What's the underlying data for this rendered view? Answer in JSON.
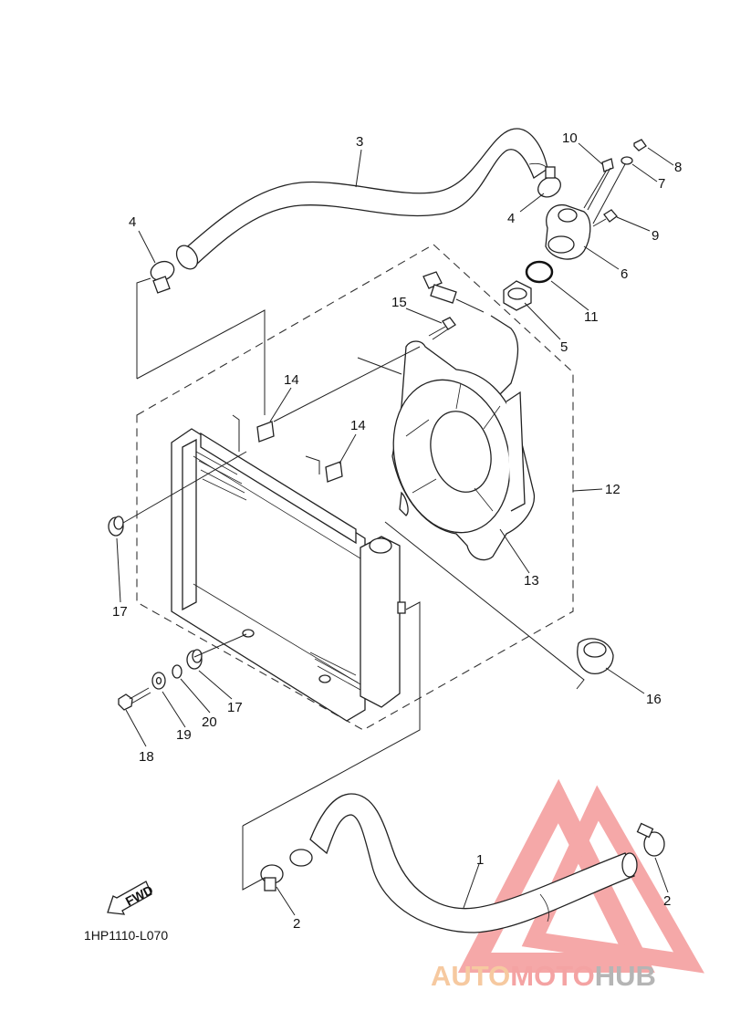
{
  "diagram": {
    "drawing_code": "1HP1110-L070",
    "fwd_label": "FWD",
    "watermark": {
      "auto": "AUTO",
      "moto": "MOTO",
      "hub": "HUB",
      "colors": {
        "auto": "#f6c9a0",
        "moto": "#f4a3a3",
        "hub": "#b5b5b5",
        "logo": "#f28b8b"
      }
    },
    "callouts": {
      "c1": "1",
      "c2a": "2",
      "c2b": "2",
      "c3": "3",
      "c4a": "4",
      "c4b": "4",
      "c5": "5",
      "c6": "6",
      "c7": "7",
      "c8": "8",
      "c9": "9",
      "c10": "10",
      "c11": "11",
      "c12": "12",
      "c13": "13",
      "c14a": "14",
      "c14b": "14",
      "c15": "15",
      "c16": "16",
      "c17a": "17",
      "c17b": "17",
      "c18": "18",
      "c19": "19",
      "c20": "20"
    }
  }
}
